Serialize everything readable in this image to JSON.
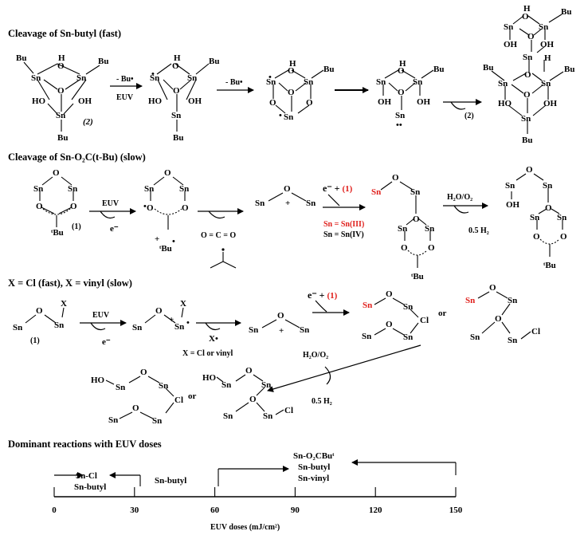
{
  "sections": {
    "s1": "Cleavage of Sn-butyl (fast)",
    "s2": "Cleavage of Sn-O₂C(t-Bu) (slow)",
    "s3": "X = Cl (fast), X = vinyl (slow)",
    "s4": "Dominant reactions with EUV doses"
  },
  "atoms": {
    "sn": "Sn",
    "o": "O",
    "h": "H",
    "oh": "OH",
    "ho": "HO",
    "bu": "Bu",
    "tbu": "ᵗBu",
    "cl": "Cl",
    "x": "X",
    "dot": "•",
    "ddot": "••",
    "plus": "+"
  },
  "labels": {
    "cmpd2": "(2)",
    "cmpd1": "(1)",
    "minus_bu": "- Bu•",
    "euv": "EUV",
    "e_minus": "e⁻",
    "e_plus_1": "e⁻ + (1)",
    "h2o_o2": "H₂O/O₂",
    "half_h2": "0.5 H₂",
    "sn_iii": "Sn = Sn(III)",
    "sn_iv": "Sn = Sn(IV)",
    "x_cl_vinyl": "X = Cl or vinyl",
    "x_dot": "X•",
    "or": "or",
    "co2": "O = C = O"
  },
  "timeline": {
    "axis_label": "EUV doses (mJ/cm²)",
    "ticks": [
      "0",
      "30",
      "60",
      "90",
      "120",
      "150"
    ],
    "tick_values": [
      0,
      30,
      60,
      90,
      120,
      150
    ],
    "range": [
      0,
      150
    ],
    "labels": {
      "sn_cl": "Sn-Cl",
      "sn_butyl_a": "Sn-butyl",
      "sn_butyl_b": "Sn-butyl",
      "sn_o2cbu": "Sn-O₂CBuᵗ",
      "sn_butyl_c": "Sn-butyl",
      "sn_vinyl": "Sn-vinyl"
    }
  }
}
